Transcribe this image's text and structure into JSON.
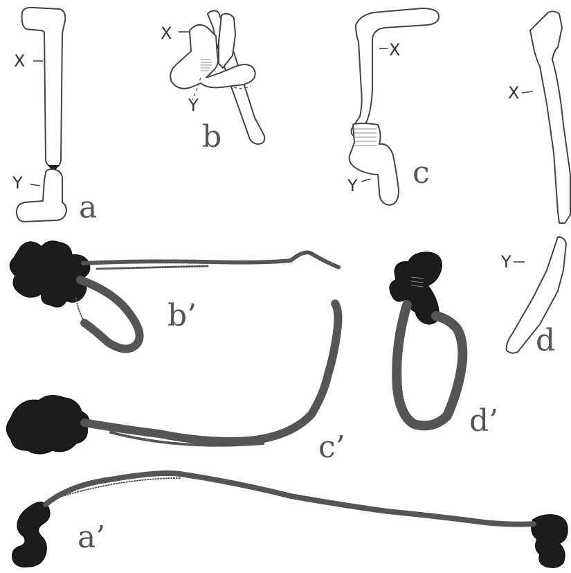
{
  "figure": {
    "panels": {
      "a": {
        "label": "a",
        "x_marker": "X",
        "y_marker": "Y"
      },
      "b": {
        "label": "b",
        "x_marker": "X",
        "y_marker": "Y"
      },
      "c": {
        "label": "c",
        "x_marker": "X",
        "y_marker": "Y"
      },
      "d": {
        "label": "d",
        "x_marker": "X",
        "y_marker": "Y"
      },
      "a_prime": {
        "label": "a’"
      },
      "b_prime": {
        "label": "b’"
      },
      "c_prime": {
        "label": "c’"
      },
      "d_prime": {
        "label": "d’"
      }
    }
  }
}
